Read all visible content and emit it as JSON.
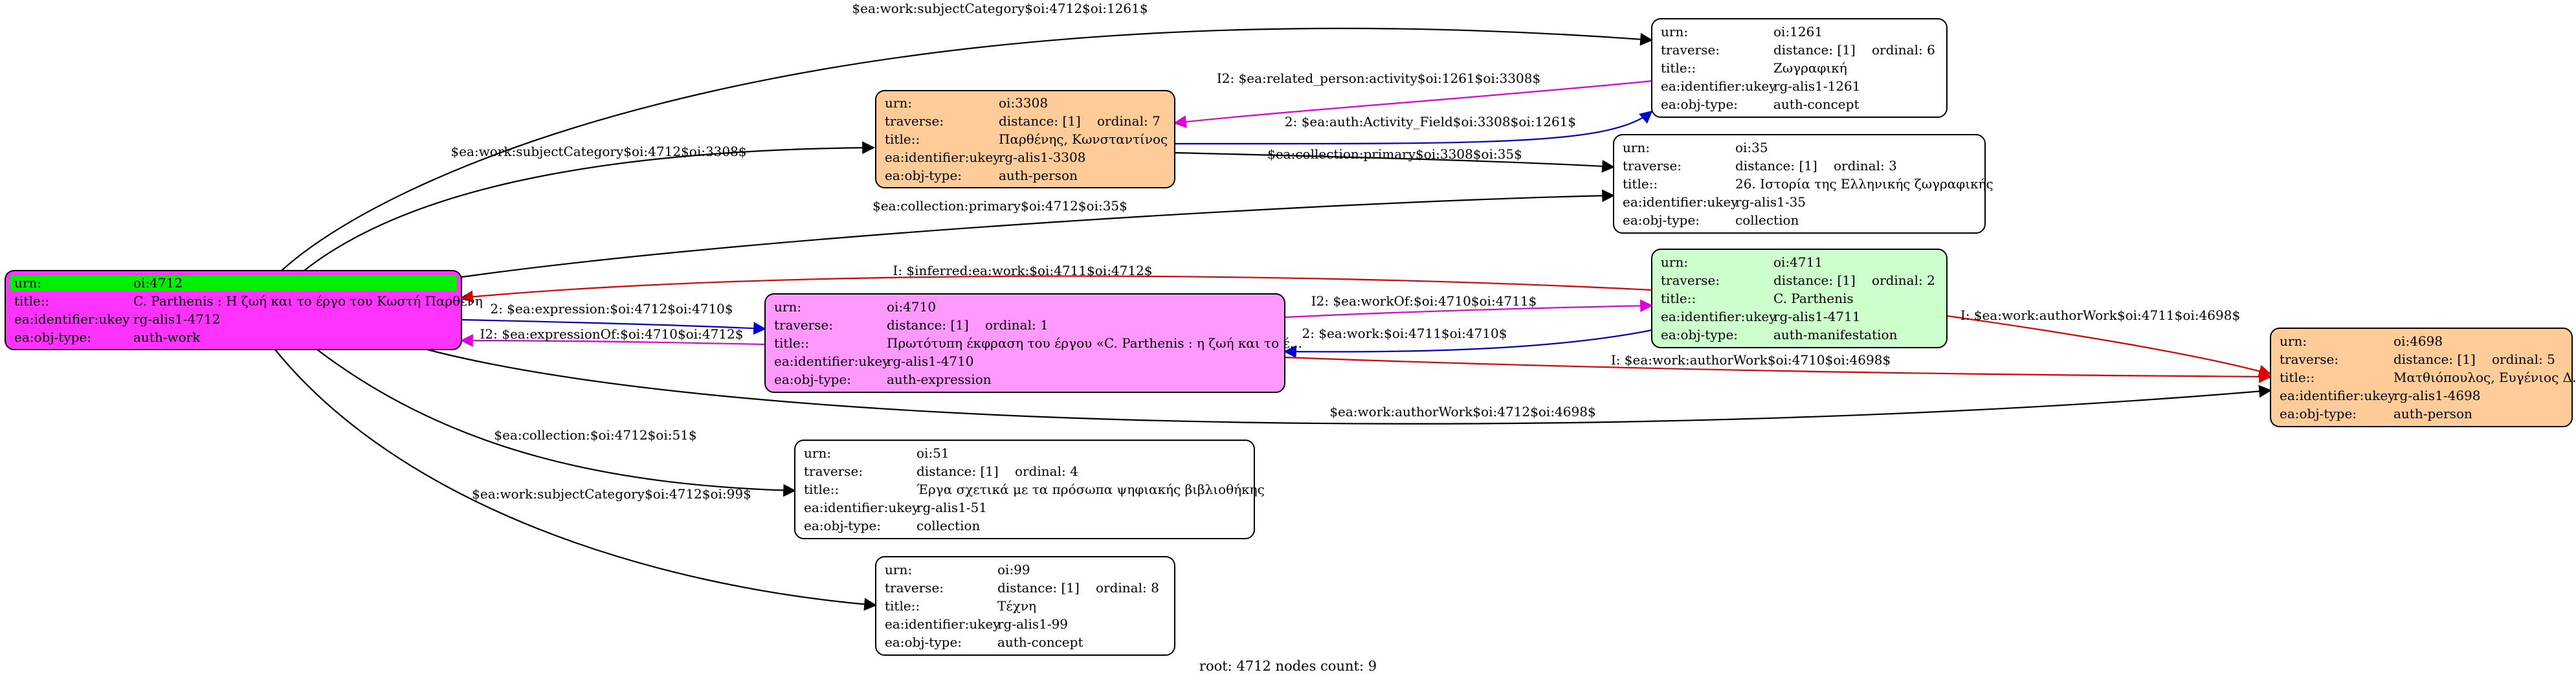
{
  "nodes": {
    "n4712": {
      "fill": "#ff33ff",
      "rows": [
        {
          "k": "urn:",
          "v": "oi:4712",
          "highlight": "#00ee00"
        },
        {
          "k": "title::",
          "v": "C. Parthenis : Η ζωή και το έργο του Κωστή Παρθένη"
        },
        {
          "k": "ea:identifier:ukey",
          "v": "rg-alis1-4712"
        },
        {
          "k": "ea:obj-type:",
          "v": "auth-work"
        }
      ]
    },
    "n3308": {
      "fill": "#ffcc99",
      "rows": [
        {
          "k": "urn:",
          "v": "oi:3308"
        },
        {
          "k": "traverse:",
          "v": "distance: [1]",
          "v2": "ordinal: 7"
        },
        {
          "k": "title::",
          "v": "Παρθένης, Κωνσταντίνος"
        },
        {
          "k": "ea:identifier:ukey",
          "v": "rg-alis1-3308"
        },
        {
          "k": "ea:obj-type:",
          "v": "auth-person"
        }
      ]
    },
    "n1261": {
      "fill": "#ffffff",
      "rows": [
        {
          "k": "urn:",
          "v": "oi:1261"
        },
        {
          "k": "traverse:",
          "v": "distance: [1]",
          "v2": "ordinal: 6"
        },
        {
          "k": "title::",
          "v": "Ζωγραφική"
        },
        {
          "k": "ea:identifier:ukey",
          "v": "rg-alis1-1261"
        },
        {
          "k": "ea:obj-type:",
          "v": "auth-concept"
        }
      ]
    },
    "n35": {
      "fill": "#ffffff",
      "rows": [
        {
          "k": "urn:",
          "v": "oi:35"
        },
        {
          "k": "traverse:",
          "v": "distance: [1]",
          "v2": "ordinal: 3"
        },
        {
          "k": "title::",
          "v": "26. Ιστορία της Ελληνικής ζωγραφικής"
        },
        {
          "k": "ea:identifier:ukey",
          "v": "rg-alis1-35"
        },
        {
          "k": "ea:obj-type:",
          "v": "collection"
        }
      ]
    },
    "n4710": {
      "fill": "#ff99ff",
      "rows": [
        {
          "k": "urn:",
          "v": "oi:4710"
        },
        {
          "k": "traverse:",
          "v": "distance: [1]",
          "v2": "ordinal: 1"
        },
        {
          "k": "title::",
          "v": "Πρωτότυπη έκφραση του έργου «C. Parthenis : η ζωή και το έ..."
        },
        {
          "k": "ea:identifier:ukey",
          "v": "rg-alis1-4710"
        },
        {
          "k": "ea:obj-type:",
          "v": "auth-expression"
        }
      ]
    },
    "n4711": {
      "fill": "#ccffcc",
      "rows": [
        {
          "k": "urn:",
          "v": "oi:4711"
        },
        {
          "k": "traverse:",
          "v": "distance: [1]",
          "v2": "ordinal: 2"
        },
        {
          "k": "title::",
          "v": "C. Parthenis"
        },
        {
          "k": "ea:identifier:ukey",
          "v": "rg-alis1-4711"
        },
        {
          "k": "ea:obj-type:",
          "v": "auth-manifestation"
        }
      ]
    },
    "n4698": {
      "fill": "#ffcc99",
      "rows": [
        {
          "k": "urn:",
          "v": "oi:4698"
        },
        {
          "k": "traverse:",
          "v": "distance: [1]",
          "v2": "ordinal: 5"
        },
        {
          "k": "title::",
          "v": "Ματθιόπουλος, Ευγένιος Δ."
        },
        {
          "k": "ea:identifier:ukey",
          "v": "rg-alis1-4698"
        },
        {
          "k": "ea:obj-type:",
          "v": "auth-person"
        }
      ]
    },
    "n51": {
      "fill": "#ffffff",
      "rows": [
        {
          "k": "urn:",
          "v": "oi:51"
        },
        {
          "k": "traverse:",
          "v": "distance: [1]",
          "v2": "ordinal: 4"
        },
        {
          "k": "title::",
          "v": "Έργα σχετικά με τα πρόσωπα ψηφιακής βιβλιοθήκης"
        },
        {
          "k": "ea:identifier:ukey",
          "v": "rg-alis1-51"
        },
        {
          "k": "ea:obj-type:",
          "v": "collection"
        }
      ]
    },
    "n99": {
      "fill": "#ffffff",
      "rows": [
        {
          "k": "urn:",
          "v": "oi:99"
        },
        {
          "k": "traverse:",
          "v": "distance: [1]",
          "v2": "ordinal: 8"
        },
        {
          "k": "title::",
          "v": "Τέχνη"
        },
        {
          "k": "ea:identifier:ukey",
          "v": "rg-alis1-99"
        },
        {
          "k": "ea:obj-type:",
          "v": "auth-concept"
        }
      ]
    }
  },
  "edges": [
    {
      "id": "e1",
      "label": "$ea:work:subjectCategory$oi:4712$oi:1261$",
      "color": "#000000"
    },
    {
      "id": "e2",
      "label": "$ea:work:subjectCategory$oi:4712$oi:3308$",
      "color": "#000000"
    },
    {
      "id": "e3",
      "label": "I2: $ea:related_person:activity$oi:1261$oi:3308$",
      "color": "#dd00dd"
    },
    {
      "id": "e4",
      "label": "2: $ea:auth:Activity_Field$oi:3308$oi:1261$",
      "color": "#0000cc"
    },
    {
      "id": "e5",
      "label": "$ea:collection:primary$oi:3308$oi:35$",
      "color": "#000000"
    },
    {
      "id": "e6",
      "label": "$ea:collection:primary$oi:4712$oi:35$",
      "color": "#000000"
    },
    {
      "id": "e7",
      "label": "I: $inferred:ea:work:$oi:4711$oi:4712$",
      "color": "#dd0000"
    },
    {
      "id": "e8",
      "label": "2: $ea:expression:$oi:4712$oi:4710$",
      "color": "#0000cc"
    },
    {
      "id": "e9",
      "label": "I2: $ea:expressionOf:$oi:4710$oi:4712$",
      "color": "#dd00dd"
    },
    {
      "id": "e10",
      "label": "I2: $ea:workOf:$oi:4710$oi:4711$",
      "color": "#dd00dd"
    },
    {
      "id": "e11",
      "label": "2: $ea:work:$oi:4711$oi:4710$",
      "color": "#0000cc"
    },
    {
      "id": "e12",
      "label": "I: $ea:work:authorWork$oi:4711$oi:4698$",
      "color": "#dd0000"
    },
    {
      "id": "e13",
      "label": "I: $ea:work:authorWork$oi:4710$oi:4698$",
      "color": "#dd0000"
    },
    {
      "id": "e14",
      "label": "$ea:work:authorWork$oi:4712$oi:4698$",
      "color": "#000000"
    },
    {
      "id": "e15",
      "label": "$ea:collection:$oi:4712$oi:51$",
      "color": "#000000"
    },
    {
      "id": "e16",
      "label": "$ea:work:subjectCategory$oi:4712$oi:99$",
      "color": "#000000"
    }
  ],
  "footer": "root: 4712 nodes count: 9"
}
